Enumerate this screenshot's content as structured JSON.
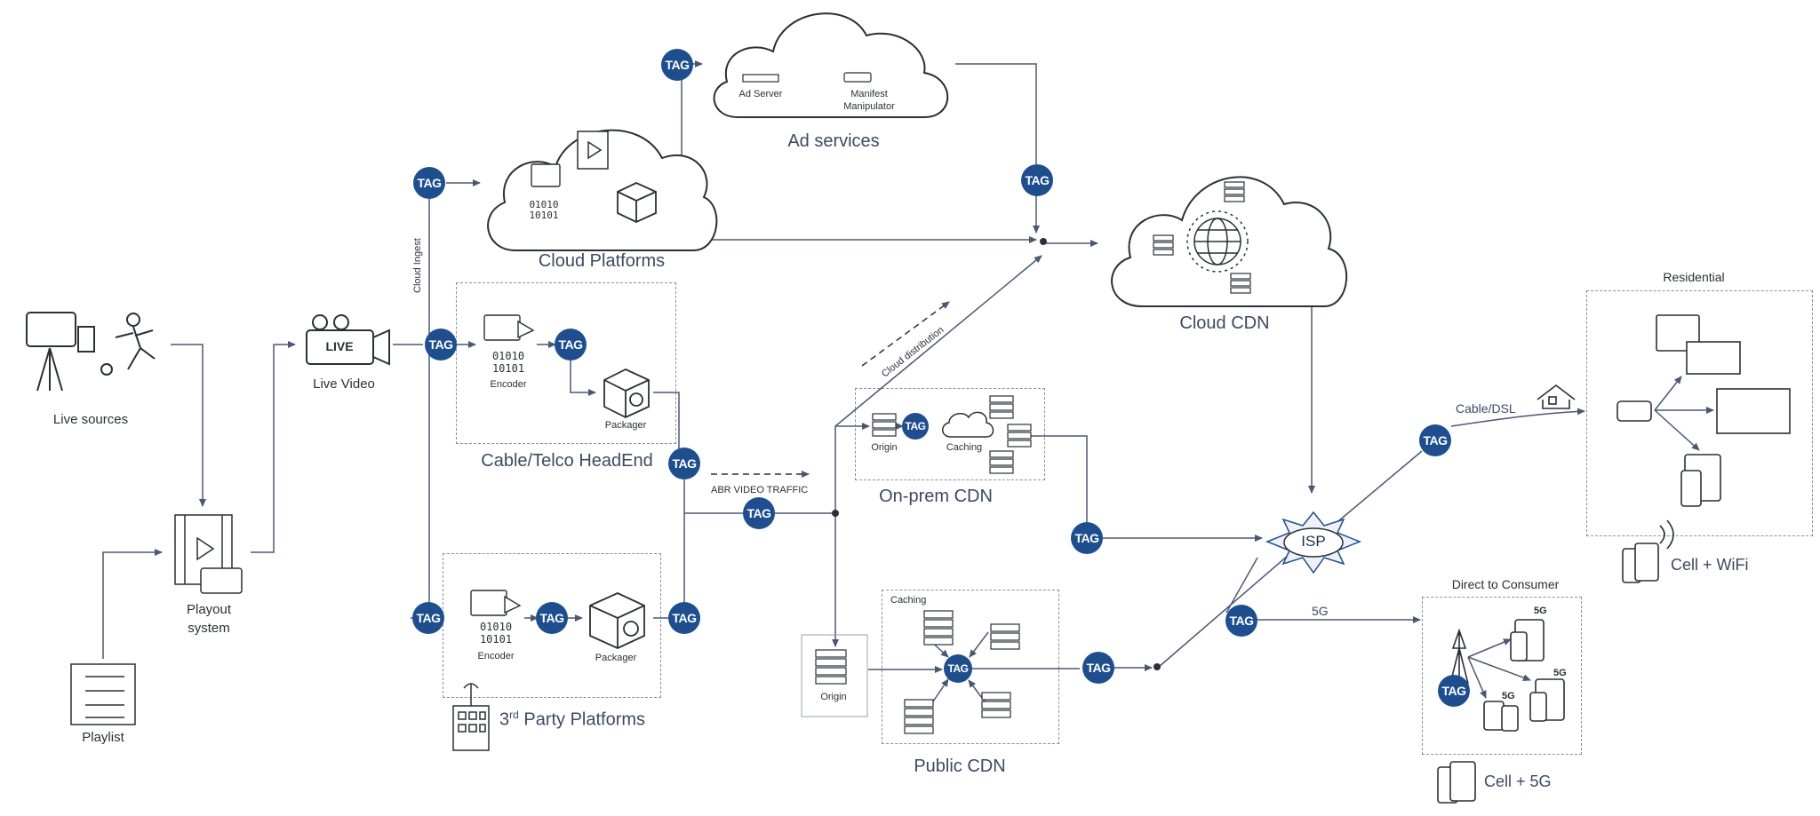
{
  "tag_label": "TAG",
  "labels": {
    "live_sources": "Live sources",
    "playlist": "Playlist",
    "playout_1": "Playout",
    "playout_2": "system",
    "live_video": "Live Video",
    "live_badge": "LIVE",
    "cloud_platforms": "Cloud Platforms",
    "cloud_ingest": "Cloud Ingest",
    "ad_services": "Ad services",
    "ad_server": "Ad Server",
    "manifest_1": "Manifest",
    "manifest_2": "Manipulator",
    "cloud_cdn": "Cloud CDN",
    "cable_headend": "Cable/Telco HeadEnd",
    "encoder": "Encoder",
    "packager": "Packager",
    "third_party_1": "3",
    "third_party_sup": "rd",
    "third_party_2": " Party Platforms",
    "abr_traffic": "ABR VIDEO TRAFFIC",
    "cloud_distribution": "Cloud distribution",
    "origin": "Origin",
    "caching": "Caching",
    "onprem_cdn": "On-prem CDN",
    "public_cdn": "Public CDN",
    "isp": "ISP",
    "cable_dsl": "Cable/DSL",
    "residential": "Residential",
    "cell_wifi": "Cell + WiFi",
    "five_g": "5G",
    "direct_consumer": "Direct to Consumer",
    "cell_5g": "Cell + 5G",
    "binary_1": "01010",
    "binary_2": "10101"
  },
  "colors": {
    "tag_fill": "#1f4e8f",
    "line": "#4a5873",
    "title": "#3c4a63",
    "dash": "#8a8f96"
  }
}
